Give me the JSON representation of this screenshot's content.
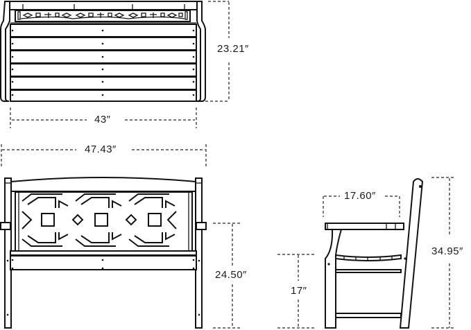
{
  "figure": {
    "subject": "bench-dimensions",
    "views": {
      "top_view": {
        "depth_label": "23.21″",
        "width_label": "43″"
      },
      "front_view": {
        "overall_width_label": "47.43″",
        "arm_height_label": "24.50″"
      },
      "side_view": {
        "seat_depth_label": "17.60″",
        "seat_height_label": "17″",
        "overall_height_label": "34.95″"
      }
    },
    "colors": {
      "line": "#111111",
      "background": "#ffffff"
    }
  }
}
